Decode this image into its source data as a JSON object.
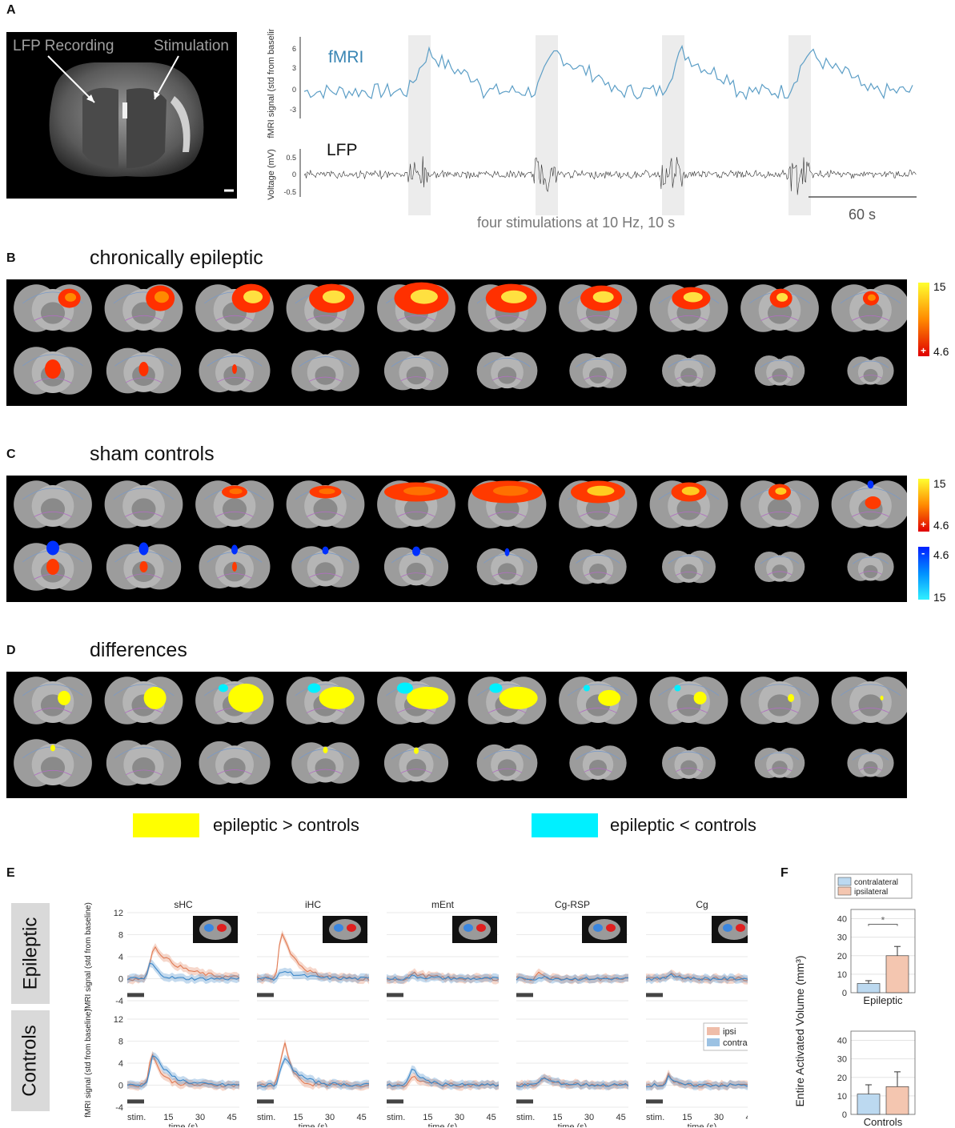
{
  "panels": {
    "A": {
      "label": "A",
      "mri_labels": {
        "recording": "LFP Recording",
        "stimulation": "Stimulation"
      },
      "fmri_label": "fMRI",
      "fmri_ylabel": "fMRI signal (std from baseline)",
      "fmri_yticks": [
        "6",
        "3",
        "0",
        "-3"
      ],
      "lfp_label": "LFP",
      "lfp_ylabel": "Voltage (mV)",
      "lfp_yticks": [
        "0.5",
        "0",
        "-0.5"
      ],
      "caption": "four stimulations at 10 Hz, 10 s",
      "scale": "60 s"
    },
    "B": {
      "label": "B",
      "title": "chronically epileptic",
      "cb_top": "15",
      "cb_bottom": "4.6",
      "cb_sign": "+"
    },
    "C": {
      "label": "C",
      "title": "sham controls",
      "cb_top": "15",
      "cb_bottom": "4.6",
      "cb_sign": "+",
      "cb2_top": "4.6",
      "cb2_bottom": "15",
      "cb2_sign": "-"
    },
    "D": {
      "label": "D",
      "title": "differences",
      "legend_gt": "epileptic > controls",
      "legend_lt": "epileptic < controls",
      "color_gt": "#ffff00",
      "color_lt": "#00f0ff"
    },
    "E": {
      "label": "E",
      "row_labels": [
        "Epileptic",
        "Controls"
      ],
      "regions": [
        "sHC",
        "iHC",
        "mEnt",
        "Cg-RSP",
        "Cg"
      ],
      "ylabel": "fMRI signal (std from baseline)",
      "yticks": [
        "12",
        "8",
        "4",
        "0",
        "-4"
      ],
      "xticks": [
        "stim.",
        "15",
        "30",
        "45"
      ],
      "xlabel": "time (s)",
      "legend": [
        "ipsi",
        "contra"
      ],
      "color_ipsi": "#e07b54",
      "color_contra": "#3a86c8"
    },
    "F": {
      "label": "F",
      "legend": [
        "contralateral",
        "ipsilateral"
      ],
      "ylabel": "Entire Activated Volume (mm³)",
      "yticks": [
        "40",
        "30",
        "20",
        "10",
        "0"
      ],
      "groups": [
        "Epileptic",
        "Controls"
      ],
      "significance": "*"
    }
  },
  "chart_data": [
    {
      "type": "bar",
      "panel": "F-Epileptic",
      "categories": [
        "contralateral",
        "ipsilateral"
      ],
      "values": [
        5,
        20
      ],
      "errors": [
        1.5,
        5
      ],
      "xlabel": "Epileptic",
      "ylabel": "Entire Activated Volume (mm³)",
      "ylim": [
        0,
        45
      ]
    },
    {
      "type": "bar",
      "panel": "F-Controls",
      "categories": [
        "contralateral",
        "ipsilateral"
      ],
      "values": [
        11,
        15
      ],
      "errors": [
        5,
        8
      ],
      "xlabel": "Controls",
      "ylabel": "Entire Activated Volume (mm³)",
      "ylim": [
        0,
        45
      ]
    }
  ]
}
